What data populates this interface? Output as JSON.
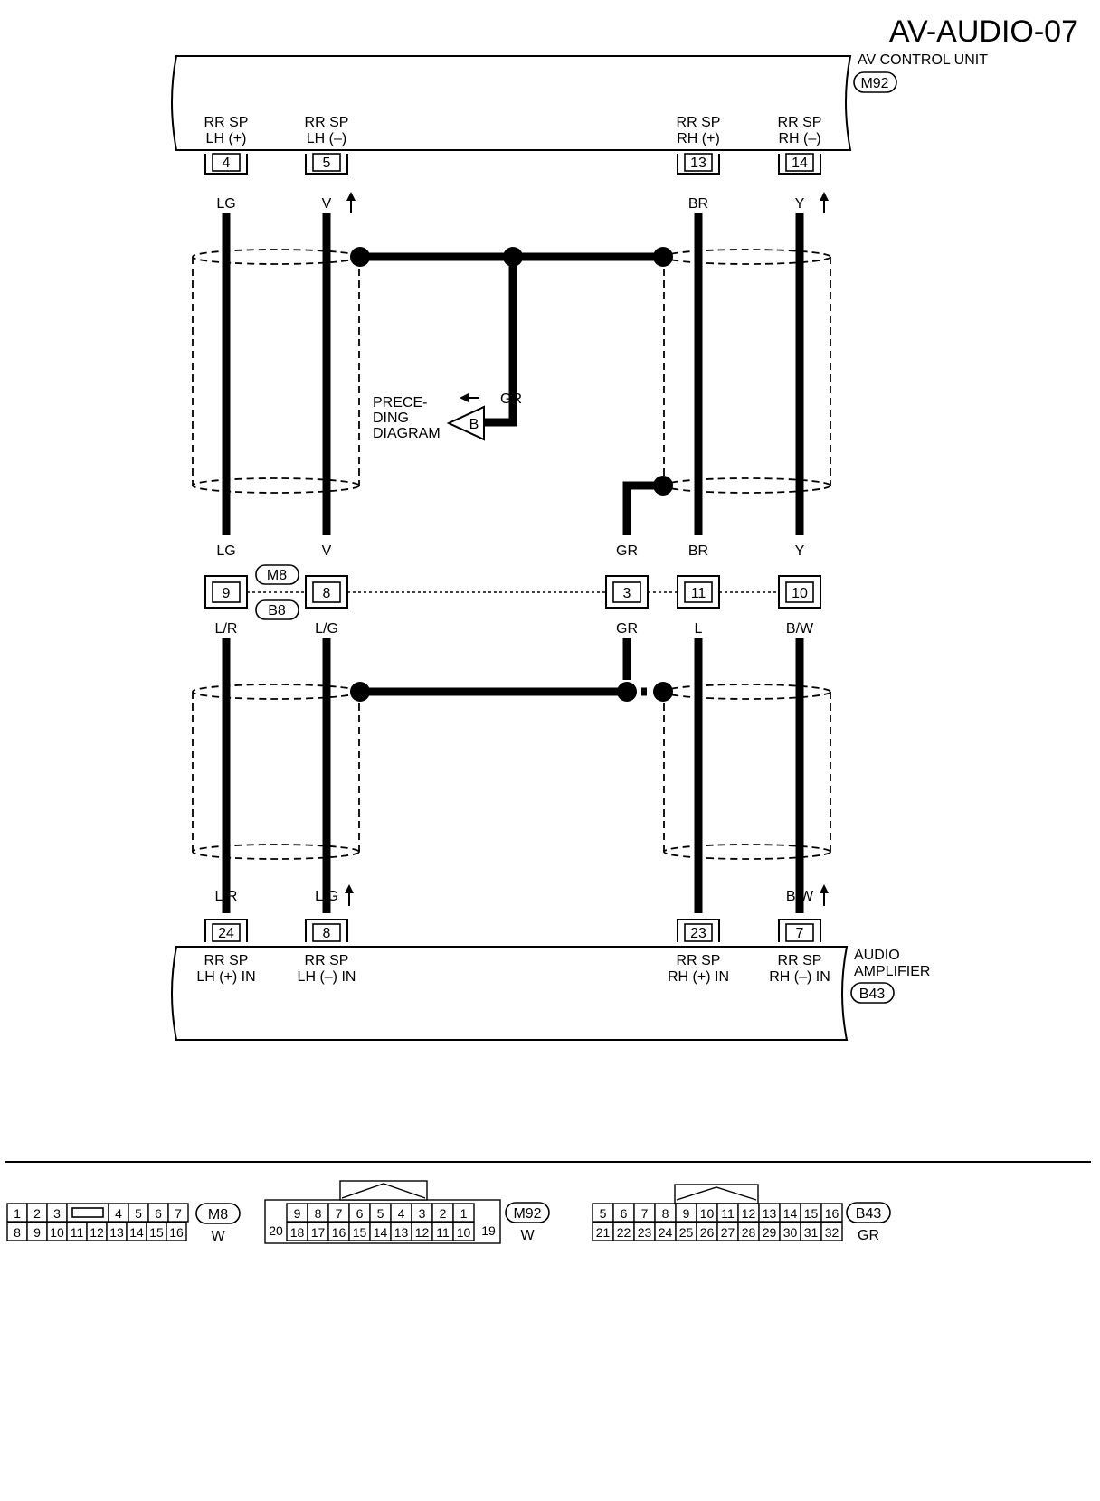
{
  "page_code": "AV-AUDIO-07",
  "av_control_unit": {
    "name": "AV CONTROL UNIT",
    "connector": "M92",
    "terminals": [
      {
        "num": "4",
        "line1": "RR SP",
        "line2": "LH (+)"
      },
      {
        "num": "5",
        "line1": "RR SP",
        "line2": "LH (–)"
      },
      {
        "num": "13",
        "line1": "RR SP",
        "line2": "RH (+)"
      },
      {
        "num": "14",
        "line1": "RR SP",
        "line2": "RH (–)"
      }
    ]
  },
  "upper_wires": {
    "w1": "LG",
    "w2": "V",
    "w3": "BR",
    "w4": "Y",
    "shield_drain": "GR"
  },
  "preceding": {
    "line1": "PRECE-",
    "line2": "DING",
    "line3": "DIAGRAM",
    "tag": "B",
    "wire": "GR"
  },
  "mid_connector": {
    "top_code": "M8",
    "bottom_code": "B8",
    "upper_colors": {
      "p9": "LG",
      "p8": "V",
      "p3": "GR",
      "p11": "BR",
      "p10": "Y"
    },
    "pins": {
      "p9": "9",
      "p8": "8",
      "p3": "3",
      "p11": "11",
      "p10": "10"
    },
    "lower_colors": {
      "p9": "L/R",
      "p8": "L/G",
      "p3": "GR",
      "p11": "L",
      "p10": "B/W"
    }
  },
  "lower_wires": {
    "w1": "L/R",
    "w2": "L/G",
    "w3": "L",
    "w4": "B/W"
  },
  "audio_amplifier": {
    "name_line1": "AUDIO",
    "name_line2": "AMPLIFIER",
    "connector": "B43",
    "terminals": [
      {
        "num": "24",
        "line1": "RR SP",
        "line2": "LH (+) IN"
      },
      {
        "num": "8",
        "line1": "RR SP",
        "line2": "LH (–) IN"
      },
      {
        "num": "23",
        "line1": "RR SP",
        "line2": "RH (+) IN"
      },
      {
        "num": "7",
        "line1": "RR SP",
        "line2": "RH (–) IN"
      }
    ]
  },
  "connector_views": [
    {
      "code": "M8",
      "color": "W",
      "row1": [
        "1",
        "2",
        "3",
        "",
        "4",
        "5",
        "6",
        "7"
      ],
      "row2": [
        "8",
        "9",
        "10",
        "11",
        "12",
        "13",
        "14",
        "15",
        "16"
      ]
    },
    {
      "code": "M92",
      "color": "W",
      "row1": [
        "9",
        "8",
        "7",
        "6",
        "5",
        "4",
        "3",
        "2",
        "1"
      ],
      "row2": [
        "18",
        "17",
        "16",
        "15",
        "14",
        "13",
        "12",
        "11",
        "10"
      ],
      "left_pin": "20",
      "right_pin": "19"
    },
    {
      "code": "B43",
      "color": "GR",
      "row1": [
        "5",
        "6",
        "7",
        "8",
        "9",
        "10",
        "11",
        "12",
        "13",
        "14",
        "15",
        "16"
      ],
      "row2": [
        "21",
        "22",
        "23",
        "24",
        "25",
        "26",
        "27",
        "28",
        "29",
        "30",
        "31",
        "32"
      ]
    }
  ]
}
